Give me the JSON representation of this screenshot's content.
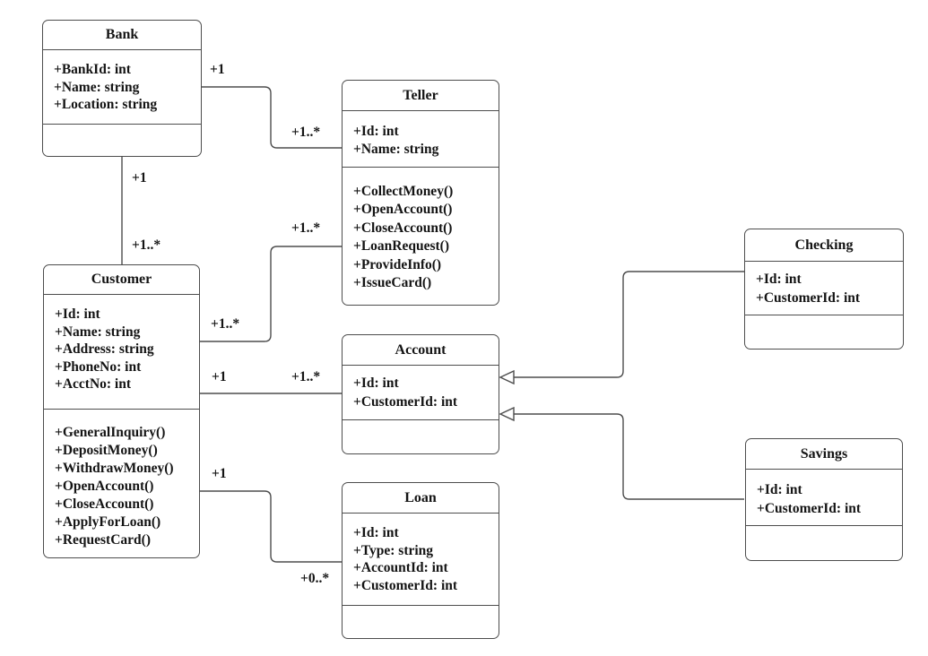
{
  "diagram": {
    "type": "uml-class-diagram",
    "colors": {
      "line": "#4d4d4d",
      "text": "#141414",
      "background": "#ffffff"
    },
    "classes": [
      {
        "name": "Bank",
        "attributes": [
          "+BankId: int",
          "+Name: string",
          "+Location: string"
        ],
        "methods": []
      },
      {
        "name": "Teller",
        "attributes": [
          "+Id: int",
          "+Name: string"
        ],
        "methods": [
          "+CollectMoney()",
          "+OpenAccount()",
          "+CloseAccount()",
          "+LoanRequest()",
          "+ProvideInfo()",
          "+IssueCard()"
        ]
      },
      {
        "name": "Customer",
        "attributes": [
          "+Id: int",
          "+Name: string",
          "+Address: string",
          "+PhoneNo: int",
          "+AcctNo: int"
        ],
        "methods": [
          "+GeneralInquiry()",
          "+DepositMoney()",
          "+WithdrawMoney()",
          "+OpenAccount()",
          "+CloseAccount()",
          "+ApplyForLoan()",
          "+RequestCard()"
        ]
      },
      {
        "name": "Account",
        "attributes": [
          "+Id: int",
          "+CustomerId: int"
        ],
        "methods": []
      },
      {
        "name": "Loan",
        "attributes": [
          "+Id: int",
          "+Type: string",
          "+AccountId: int",
          "+CustomerId: int"
        ],
        "methods": []
      },
      {
        "name": "Checking",
        "attributes": [
          "+Id: int",
          "+CustomerId: int"
        ],
        "methods": []
      },
      {
        "name": "Savings",
        "attributes": [
          "+Id: int",
          "+CustomerId: int"
        ],
        "methods": []
      }
    ],
    "relationships": [
      {
        "from": "Bank",
        "to": "Teller",
        "kind": "association",
        "from_mult": "+1",
        "to_mult": "+1..*"
      },
      {
        "from": "Bank",
        "to": "Customer",
        "kind": "association",
        "from_mult": "+1",
        "to_mult": "+1..*"
      },
      {
        "from": "Customer",
        "to": "Teller",
        "kind": "association",
        "from_mult": "+1..*",
        "to_mult": "+1..*"
      },
      {
        "from": "Customer",
        "to": "Account",
        "kind": "association",
        "from_mult": "+1",
        "to_mult": "+1..*"
      },
      {
        "from": "Customer",
        "to": "Loan",
        "kind": "association",
        "from_mult": "+1",
        "to_mult": "+0..*"
      },
      {
        "from": "Checking",
        "to": "Account",
        "kind": "generalization"
      },
      {
        "from": "Savings",
        "to": "Account",
        "kind": "generalization"
      }
    ],
    "multiplicities": {
      "bank_teller_source": "+1",
      "bank_teller_target": "+1..*",
      "bank_customer_source": "+1",
      "bank_customer_target": "+1..*",
      "customer_teller_source": "+1..*",
      "customer_teller_target": "+1..*",
      "customer_account_source": "+1",
      "customer_account_target": "+1..*",
      "customer_loan_source": "+1",
      "customer_loan_target": "+0..*"
    }
  }
}
